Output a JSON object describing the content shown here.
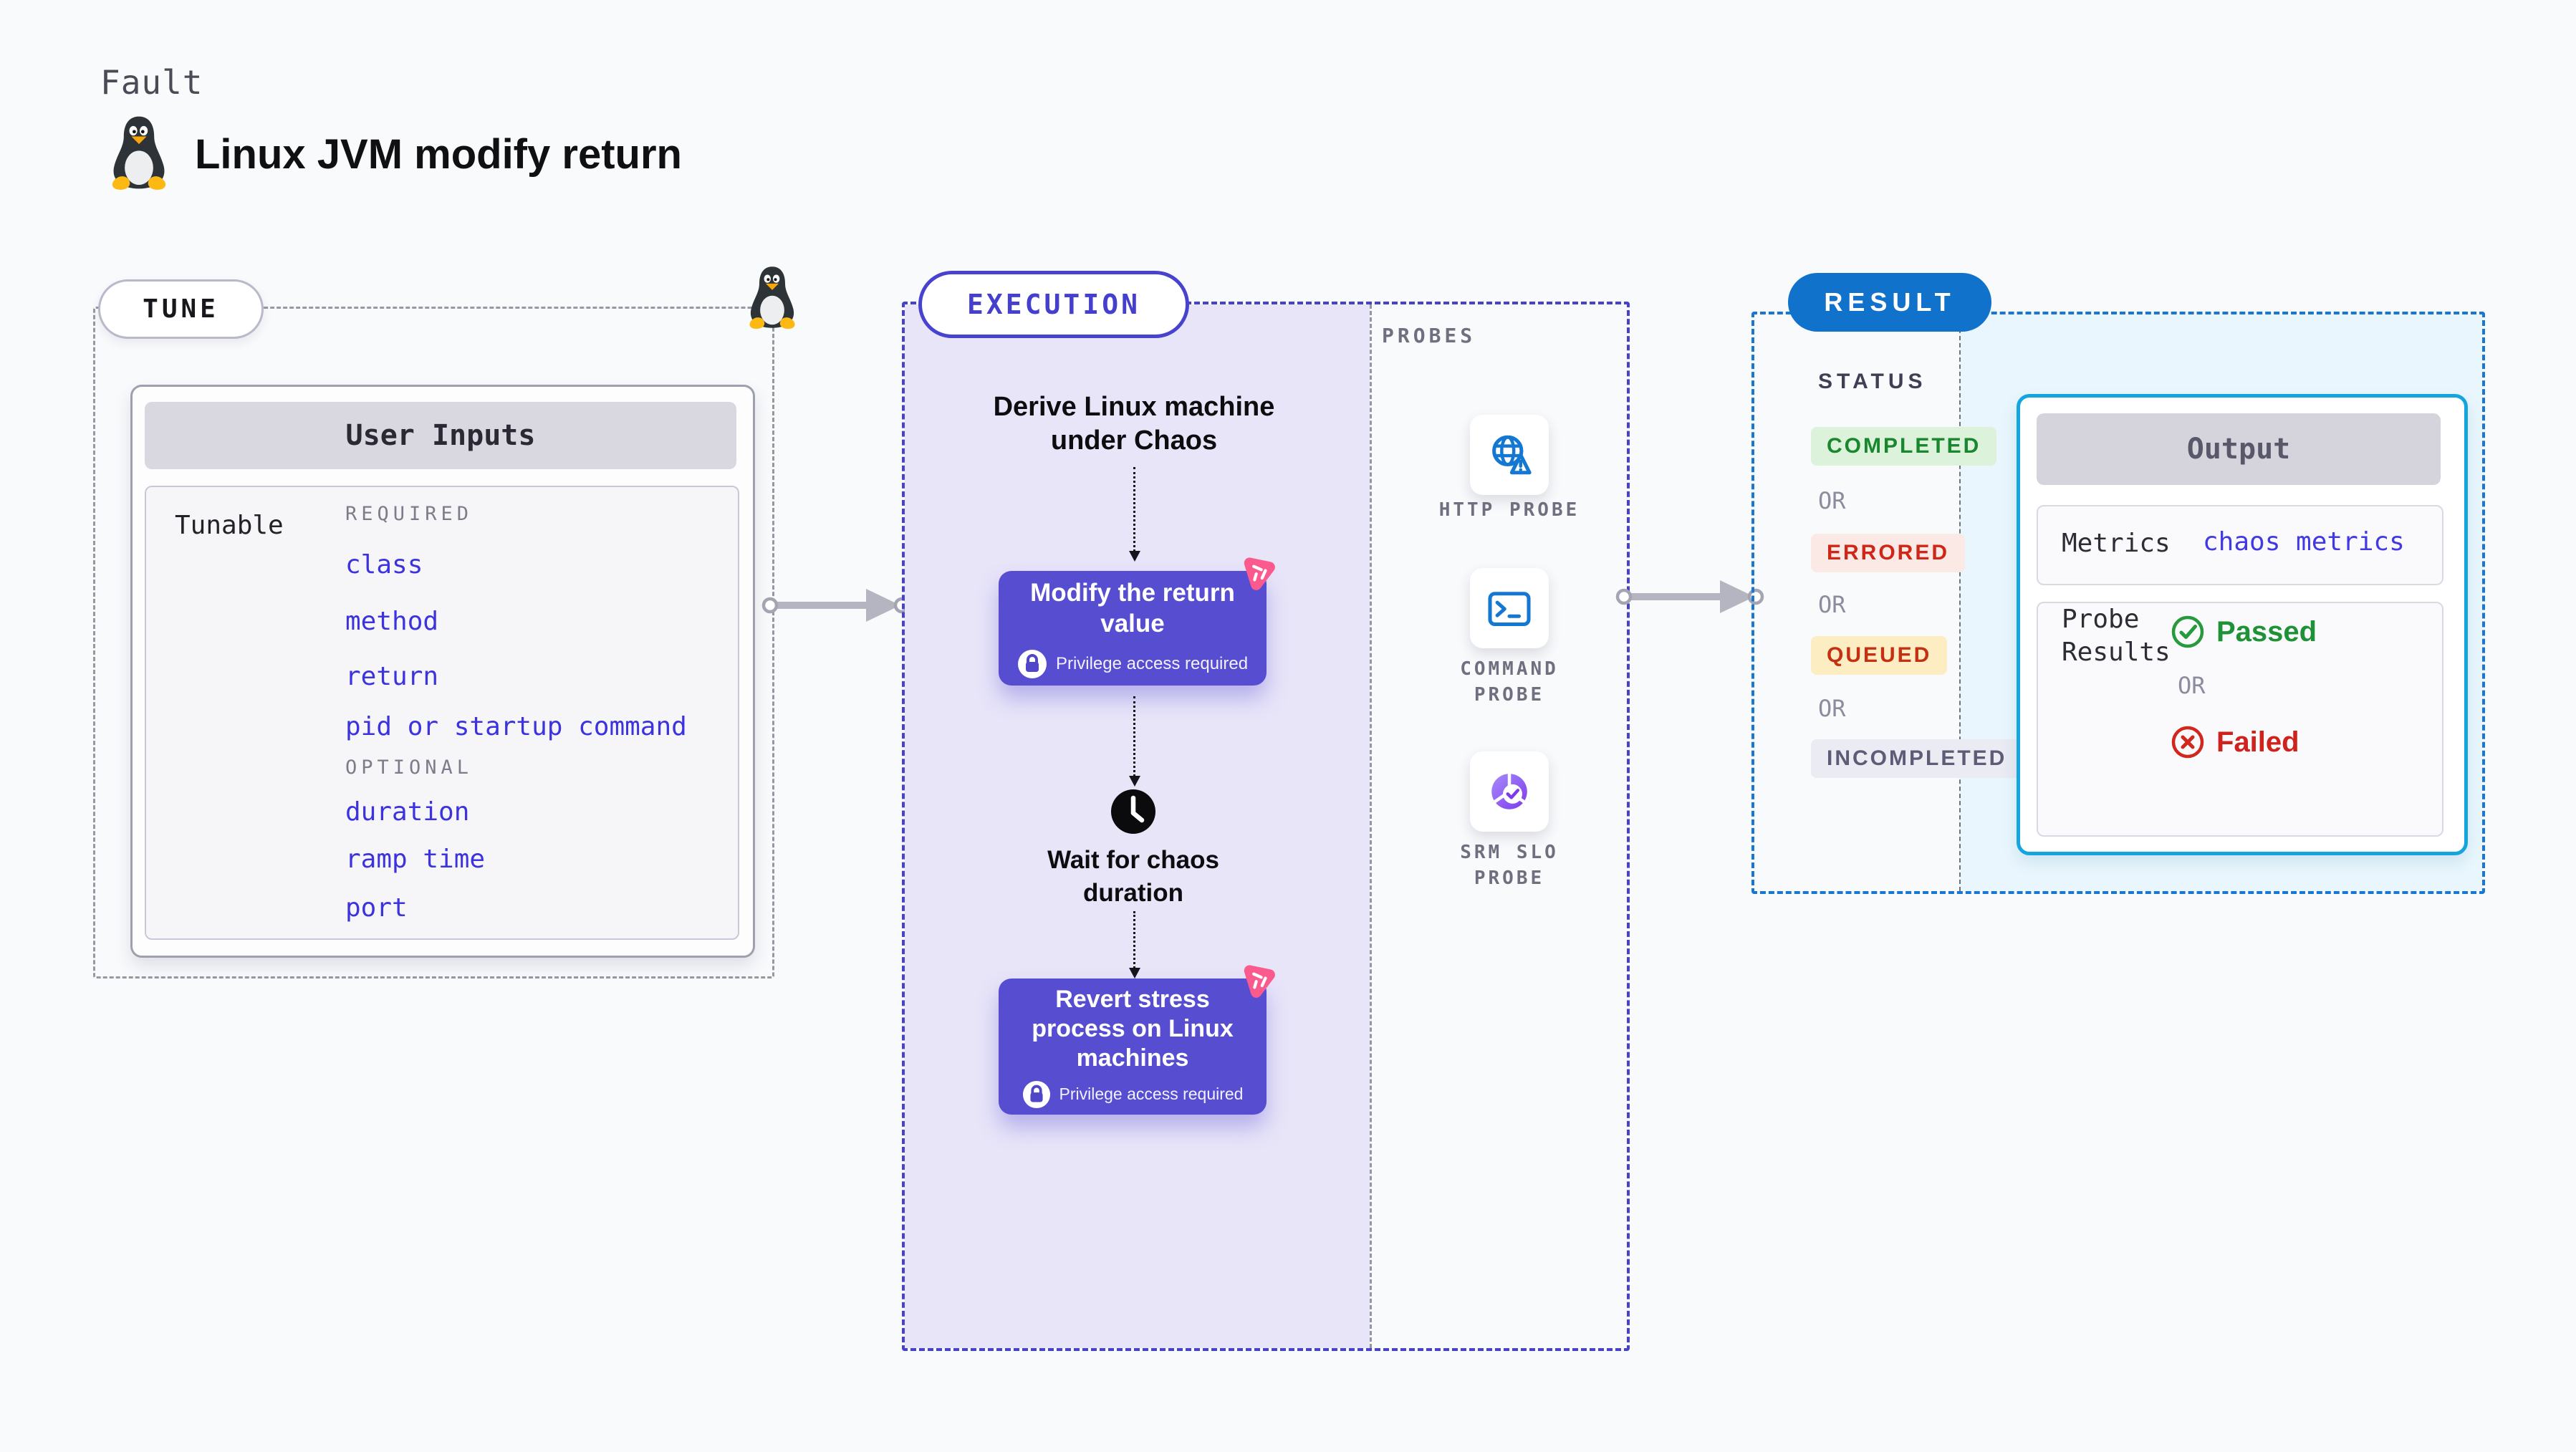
{
  "header": {
    "kicker": "Fault",
    "title": "Linux JVM modify return"
  },
  "tune": {
    "badge": "TUNE",
    "user_inputs": {
      "title": "User Inputs",
      "row_label": "Tunable",
      "required_label": "REQUIRED",
      "required_items": [
        "class",
        "method",
        "return",
        "pid or startup command"
      ],
      "optional_label": "OPTIONAL",
      "optional_items": [
        "duration",
        "ramp time",
        "port"
      ]
    }
  },
  "execution": {
    "badge": "EXECUTION",
    "derive_label": "Derive Linux machine under Chaos",
    "modify_card": {
      "title": "Modify the return value",
      "note": "Privilege access required"
    },
    "wait_label": "Wait for chaos duration",
    "revert_card": {
      "title": "Revert stress process on Linux machines",
      "note": "Privilege access required"
    }
  },
  "probes": {
    "label": "PROBES",
    "items": [
      {
        "name": "HTTP PROBE",
        "icon": "globe-alert-icon"
      },
      {
        "name": "COMMAND PROBE",
        "icon": "terminal-icon"
      },
      {
        "name": "SRM SLO PROBE",
        "icon": "slo-pie-icon"
      }
    ]
  },
  "result": {
    "badge": "RESULT",
    "status_label": "STATUS",
    "or_label": "OR",
    "statuses": [
      {
        "label": "COMPLETED",
        "text_color": "#19872e",
        "bg_color": "#dcf2da"
      },
      {
        "label": "ERRORED",
        "text_color": "#ce2718",
        "bg_color": "#fbe9e6"
      },
      {
        "label": "QUEUED",
        "text_color": "#c33012",
        "bg_color": "#fcedc2"
      },
      {
        "label": "INCOMPLETED",
        "text_color": "#5c5c76",
        "bg_color": "#eaebf3"
      }
    ],
    "output": {
      "title": "Output",
      "metrics_label": "Metrics",
      "metrics_value": "chaos metrics",
      "probe_results_label": "Probe Results",
      "passed_label": "Passed",
      "or_label": "OR",
      "failed_label": "Failed"
    }
  },
  "colors": {
    "page_bg": "#f9fafc",
    "execution_fill": "#e8e5f9",
    "execution_border": "#4742cd",
    "result_fill": "#e9f6fd",
    "result_border": "#1777d3",
    "result_pill_bg": "#1172cc",
    "action_card_bg": "#574dd1",
    "link_blue": "#3c33de",
    "chaos_spark_pink": "#fa5a8e",
    "probe_icon_blue": "#1478d2",
    "slo_purple": "#7c3aed",
    "passed_green": "#1f9136",
    "failed_red": "#cf221c",
    "arrow_gray": "#b5b5c1"
  }
}
